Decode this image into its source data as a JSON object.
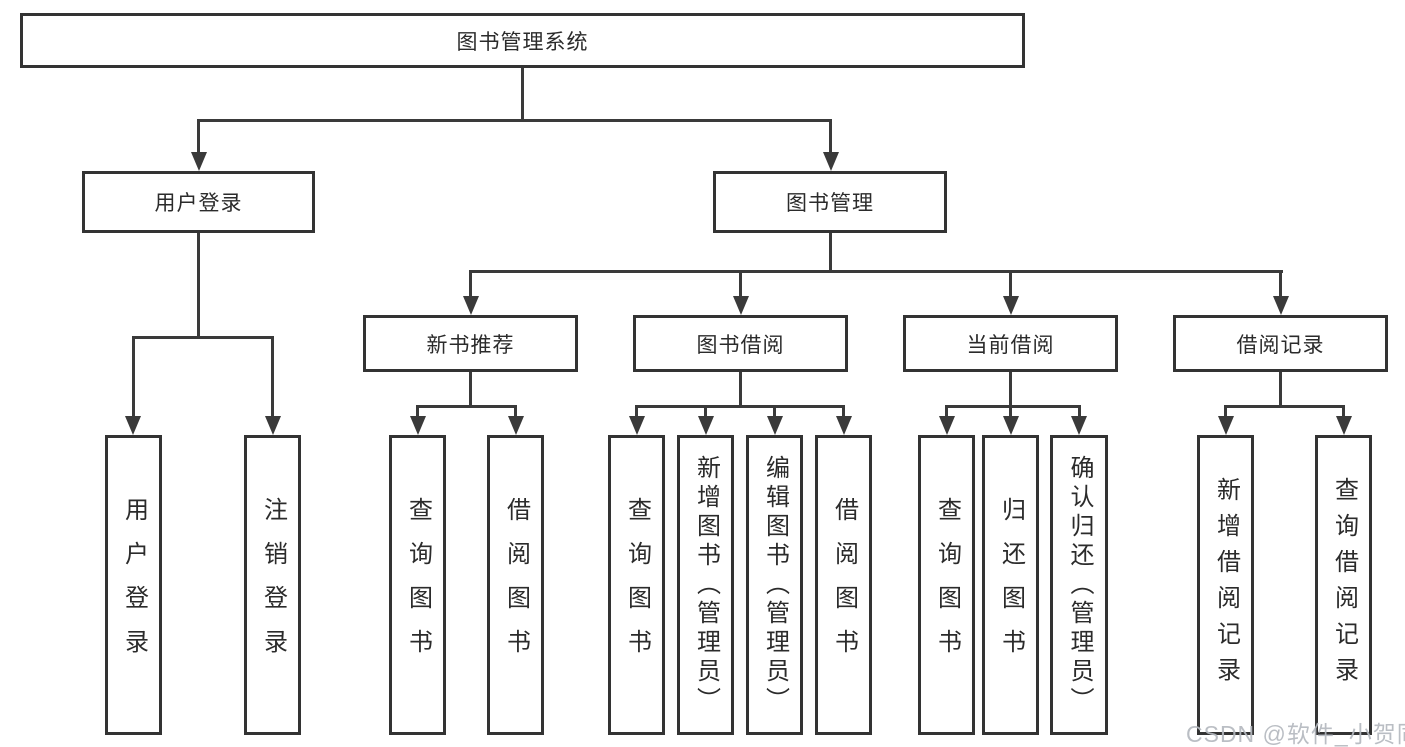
{
  "diagram": {
    "type": "hierarchy-tree",
    "colors": {
      "line": "#3a3a3a",
      "box_border": "#333333",
      "box_fill": "#ffffff",
      "text": "#2b2b2b",
      "background": "#ffffff",
      "watermark": "#b5b9bf"
    },
    "tree": {
      "label": "图书管理系统",
      "children": [
        {
          "label": "用户登录",
          "children": [
            {
              "label": "用户登录"
            },
            {
              "label": "注销登录"
            }
          ]
        },
        {
          "label": "图书管理",
          "children": [
            {
              "label": "新书推荐",
              "children": [
                {
                  "label": "查询图书"
                },
                {
                  "label": "借阅图书"
                }
              ]
            },
            {
              "label": "图书借阅",
              "children": [
                {
                  "label": "查询图书"
                },
                {
                  "label": "新增图书（管理员）"
                },
                {
                  "label": "编辑图书（管理员）"
                },
                {
                  "label": "借阅图书"
                }
              ]
            },
            {
              "label": "当前借阅",
              "children": [
                {
                  "label": "查询图书"
                },
                {
                  "label": "归还图书"
                },
                {
                  "label": "确认归还（管理员）"
                }
              ]
            },
            {
              "label": "借阅记录",
              "children": [
                {
                  "label": "新增借阅记录"
                },
                {
                  "label": "查询借阅记录"
                }
              ]
            }
          ]
        }
      ]
    },
    "watermark": {
      "text": "CSDN @软件_小贺同学"
    }
  }
}
